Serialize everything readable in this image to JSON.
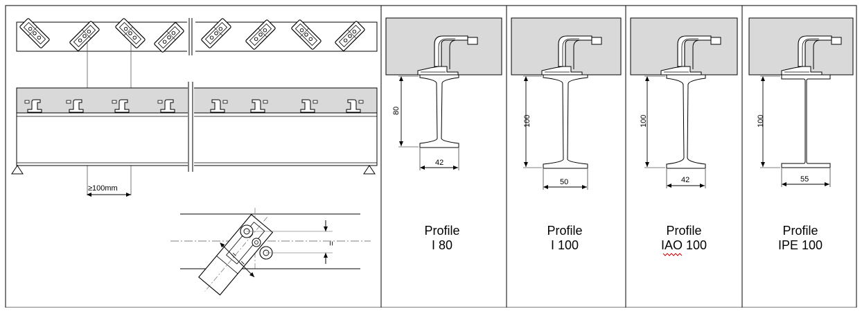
{
  "left_panel": {
    "spacing_label": "≥100mm",
    "equal_mark": "="
  },
  "profiles": [
    {
      "caption_line1": "Profile",
      "caption_line2": "I 80",
      "height_label": "80",
      "width_label": "42"
    },
    {
      "caption_line1": "Profile",
      "caption_line2": "I 100",
      "height_label": "100",
      "width_label": "50"
    },
    {
      "caption_line1": "Profile",
      "caption_line2": "IAO 100",
      "height_label": "100",
      "width_label": "42"
    },
    {
      "caption_line1": "Profile",
      "caption_line2": "IPE 100",
      "height_label": "100",
      "width_label": "55"
    }
  ],
  "colors": {
    "concrete": "#d9d9d9",
    "line": "#000000",
    "dash": "#555555",
    "spellcheck": "#d00000"
  }
}
